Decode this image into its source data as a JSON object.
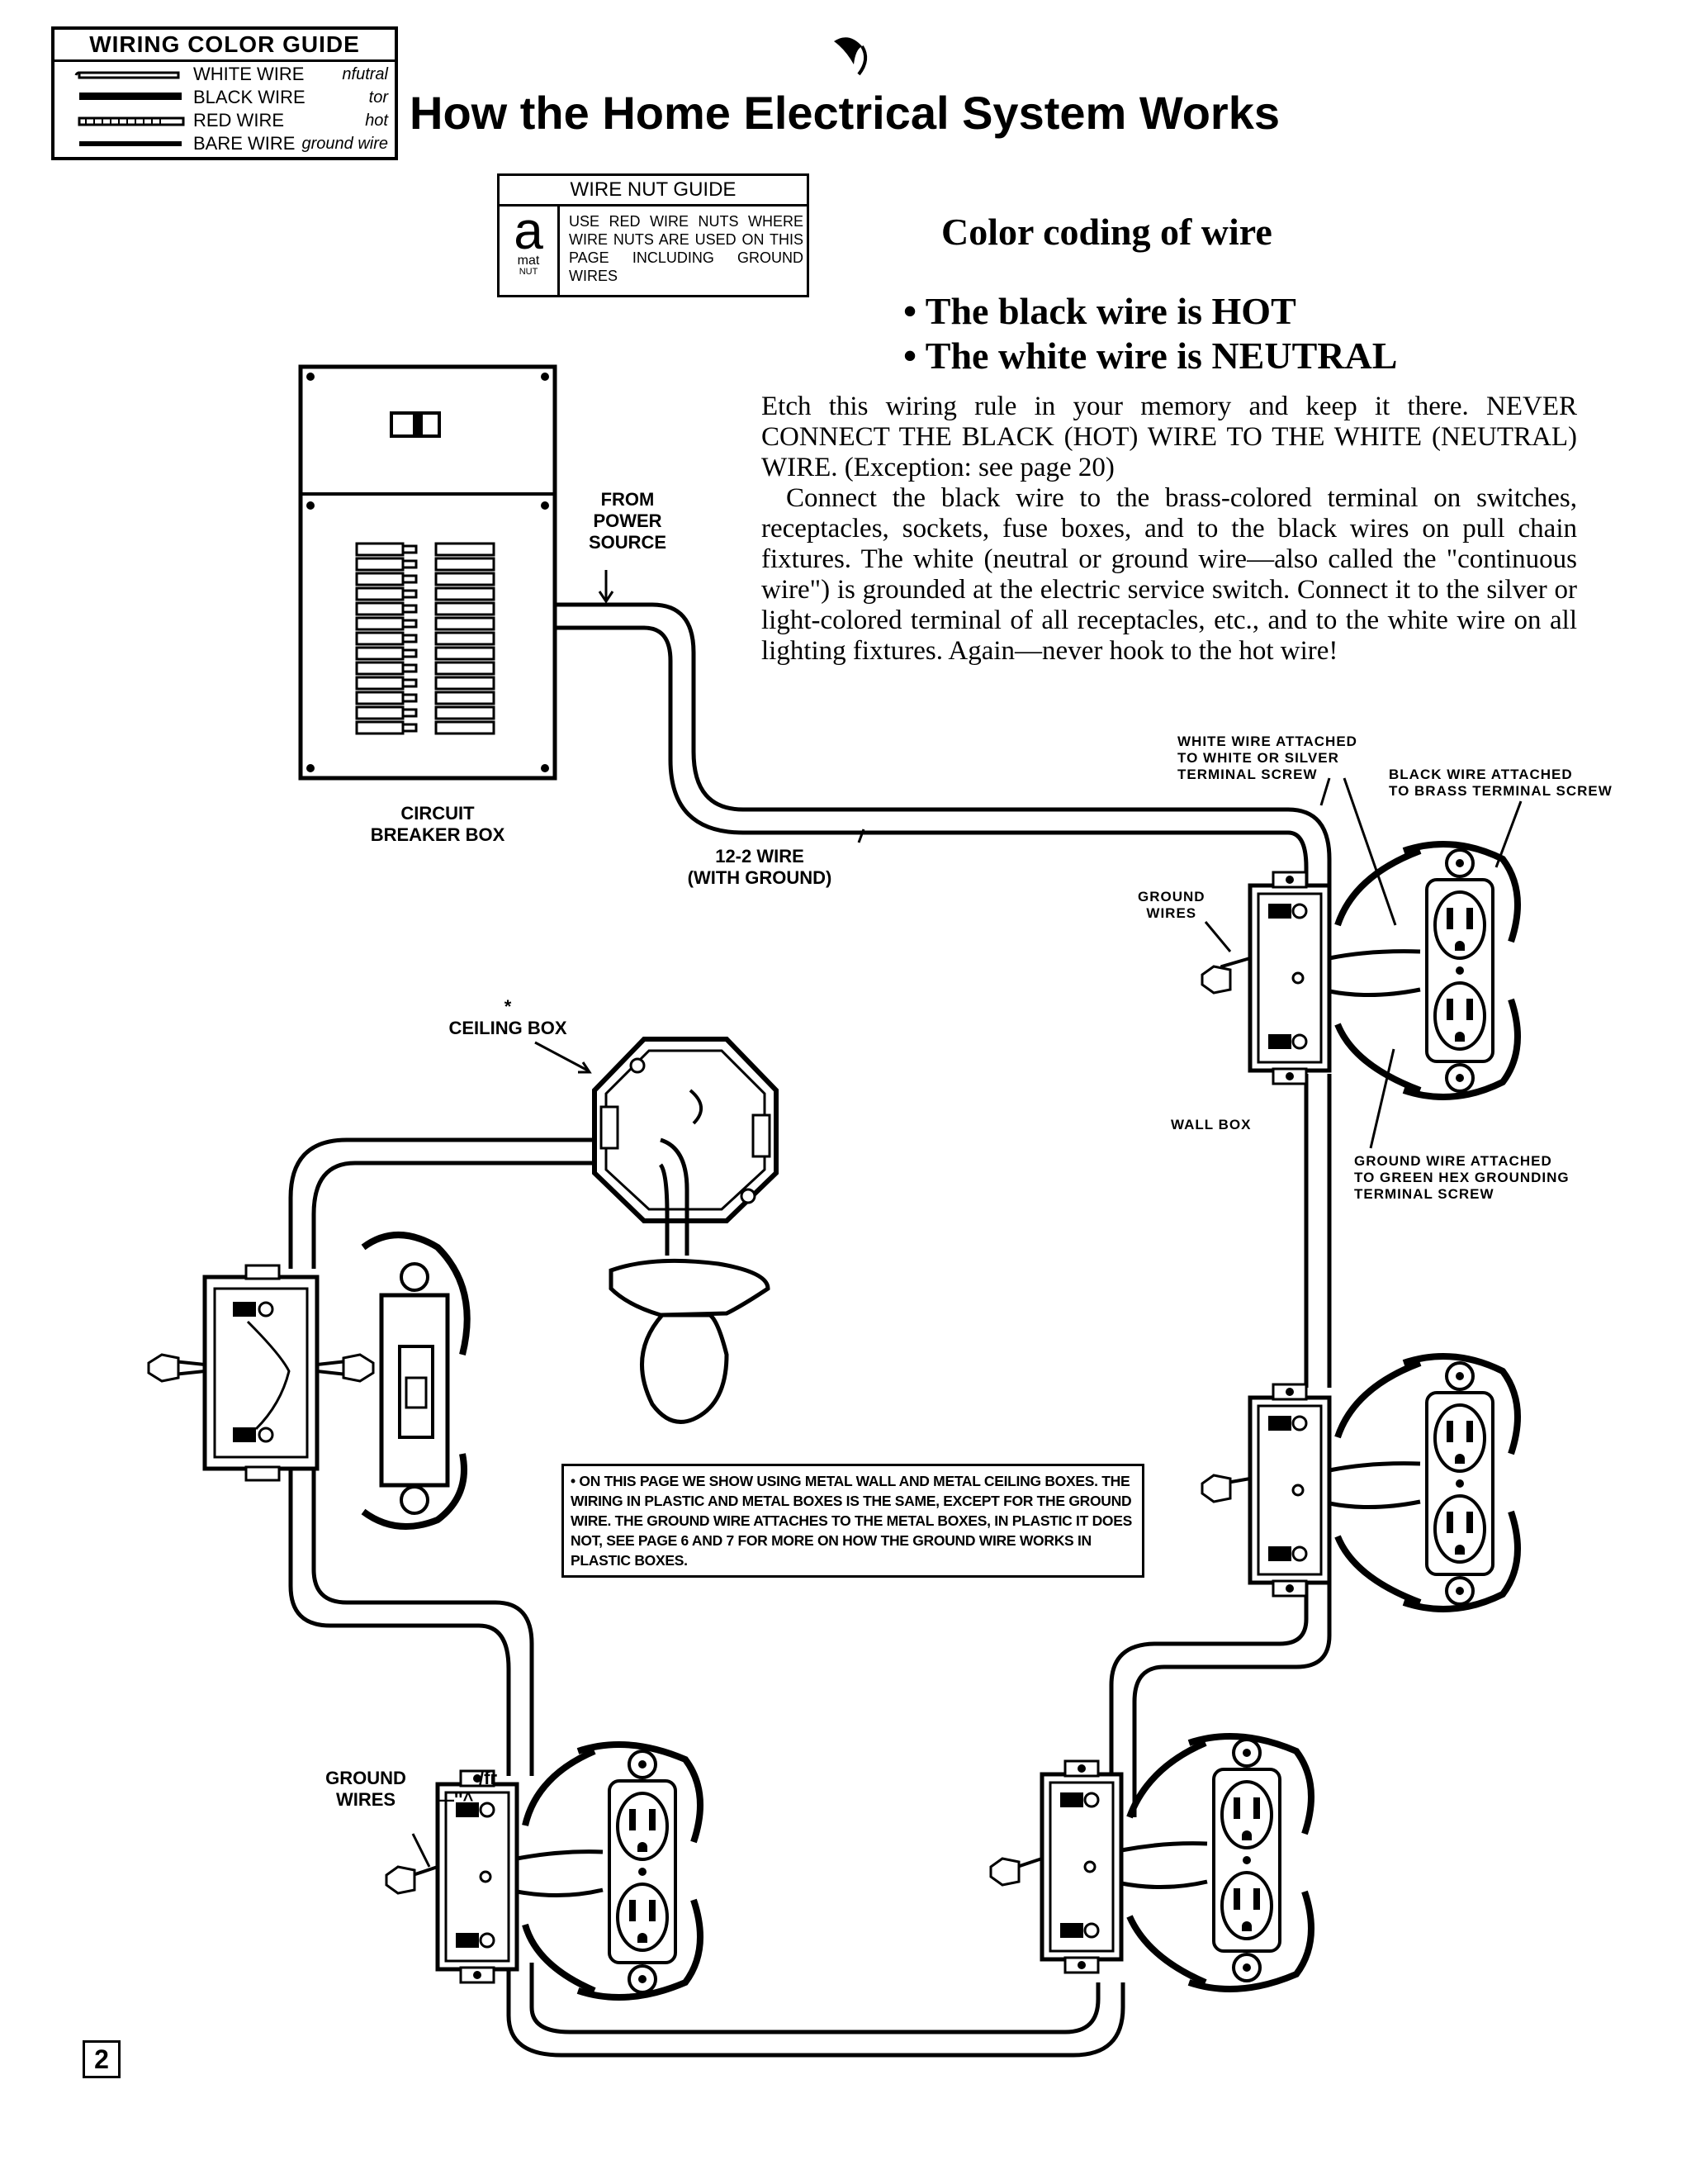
{
  "color_guide": {
    "title": "WIRING COLOR GUIDE",
    "rows": [
      {
        "label": "WHITE WIRE",
        "note": "nfutral"
      },
      {
        "label": "BLACK WIRE",
        "note": "tor"
      },
      {
        "label": "RED WIRE",
        "note": "hot"
      },
      {
        "label": "BARE WIRE",
        "note": "ground wire"
      }
    ]
  },
  "title": "How the Home Electrical System Works",
  "wire_nut_guide": {
    "title": "WIRE NUT GUIDE",
    "icon_letter": "a",
    "icon_word": "mat",
    "icon_sub": "NUT",
    "text": "USE RED WIRE NUTS WHERE WIRE NUTS ARE USED ON THIS PAGE INCLUDING GROUND WIRES"
  },
  "section_heading": "Color coding of wire",
  "bullets": [
    "• The black wire is HOT",
    "• The white wire is NEUTRAL"
  ],
  "body": {
    "p1": "Etch this wiring rule in your memory and keep it there. NEVER CONNECT THE BLACK (HOT) WIRE TO THE WHITE (NEUTRAL) WIRE. (Exception: see page 20)",
    "p2": "Connect the black wire to the brass-colored terminal on switches, receptacles, sockets, fuse boxes, and to the black wires on pull chain fixtures. The white (neutral or ground wire—also called the \"continuous wire\") is grounded at the electric service switch. Connect it to the silver or light-colored terminal of all receptacles, etc., and to the white wire on all lighting fixtures. Again—never hook to the hot wire!"
  },
  "labels": {
    "from_power_1": "FROM",
    "from_power_2": "POWER",
    "from_power_3": "SOURCE",
    "breaker_1": "CIRCUIT",
    "breaker_2": "BREAKER BOX",
    "wire_1": "12-2 WIRE",
    "wire_2": "(WITH GROUND)",
    "ceiling_star": "*",
    "ceiling": "CEILING BOX",
    "white_attached_1": "WHITE WIRE ATTACHED",
    "white_attached_2": "TO WHITE OR SILVER",
    "white_attached_3": "TERMINAL SCREW",
    "black_attached_1": "BLACK WIRE ATTACHED",
    "black_attached_2": "TO BRASS TERMINAL SCREW",
    "ground_wires_1": "GROUND",
    "ground_wires_2": "WIRES",
    "wall_box": "WALL BOX",
    "ground_attached_1": "GROUND WIRE ATTACHED",
    "ground_attached_2": "TO GREEN HEX GROUNDING",
    "ground_attached_3": "TERMINAL SCREW",
    "ground_wires_b1": "GROUND",
    "ground_wires_b2": "WIRES",
    "stray_fr": "/fr",
    "stray_marks": "—''^"
  },
  "note": "• ON THIS PAGE WE SHOW USING METAL WALL AND METAL CEILING BOXES. THE WIRING IN PLASTIC AND METAL BOXES IS THE SAME, EXCEPT FOR THE GROUND WIRE. THE GROUND WIRE ATTACHES TO THE METAL BOXES, IN PLASTIC IT DOES NOT, SEE PAGE 6 AND 7 FOR MORE ON HOW THE GROUND WIRE WORKS IN PLASTIC BOXES.",
  "page_number": "2"
}
